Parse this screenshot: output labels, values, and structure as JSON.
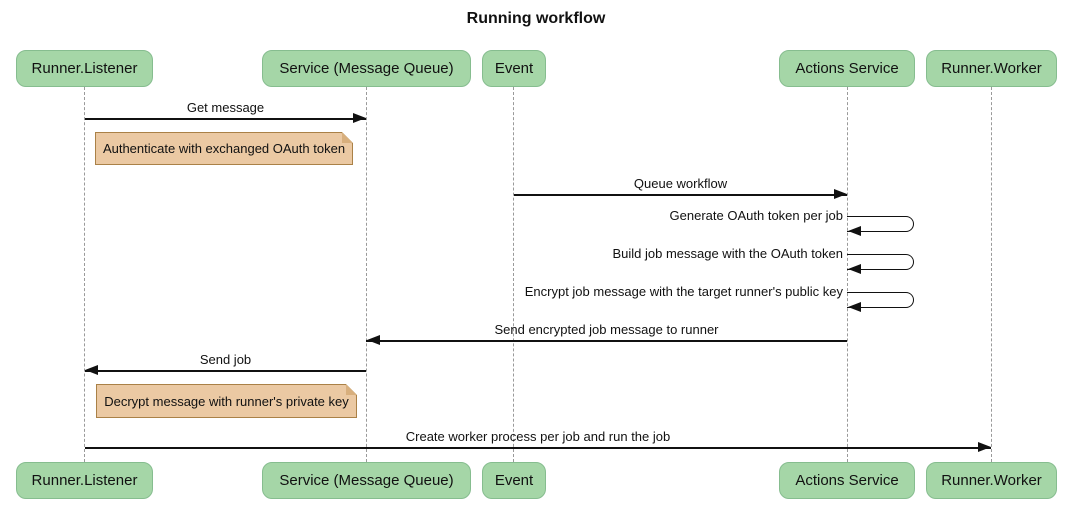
{
  "diagram": {
    "type": "sequence-diagram",
    "title": "Running workflow"
  },
  "participants": [
    {
      "name": "Runner.Listener"
    },
    {
      "name": "Service (Message Queue)"
    },
    {
      "name": "Event"
    },
    {
      "name": "Actions Service"
    },
    {
      "name": "Runner.Worker"
    }
  ],
  "messages": [
    {
      "from": "Runner.Listener",
      "to": "Service (Message Queue)",
      "text": "Get message"
    },
    {
      "from": "Event",
      "to": "Actions Service",
      "text": "Queue workflow"
    },
    {
      "from": "Actions Service",
      "to": "Actions Service",
      "text": "Generate OAuth token per job"
    },
    {
      "from": "Actions Service",
      "to": "Actions Service",
      "text": "Build job message with the OAuth token"
    },
    {
      "from": "Actions Service",
      "to": "Actions Service",
      "text": "Encrypt job message with the target runner's public key"
    },
    {
      "from": "Actions Service",
      "to": "Service (Message Queue)",
      "text": "Send encrypted job message to runner"
    },
    {
      "from": "Service (Message Queue)",
      "to": "Runner.Listener",
      "text": "Send job"
    },
    {
      "from": "Runner.Listener",
      "to": "Runner.Worker",
      "text": "Create worker process per job and run the job"
    }
  ],
  "notes": [
    {
      "position": "right of Runner.Listener",
      "text": "Authenticate with exchanged OAuth token"
    },
    {
      "position": "right of Runner.Listener",
      "text": "Decrypt message with runner's private key"
    }
  ],
  "colors": {
    "participant_fill": "#a5d6a7",
    "participant_border": "#86bd8f",
    "note_fill": "#ebc9a3",
    "note_border": "#aa8147",
    "lifeline": "#9a9a9a",
    "arrow": "#111111",
    "background": "#ffffff"
  }
}
